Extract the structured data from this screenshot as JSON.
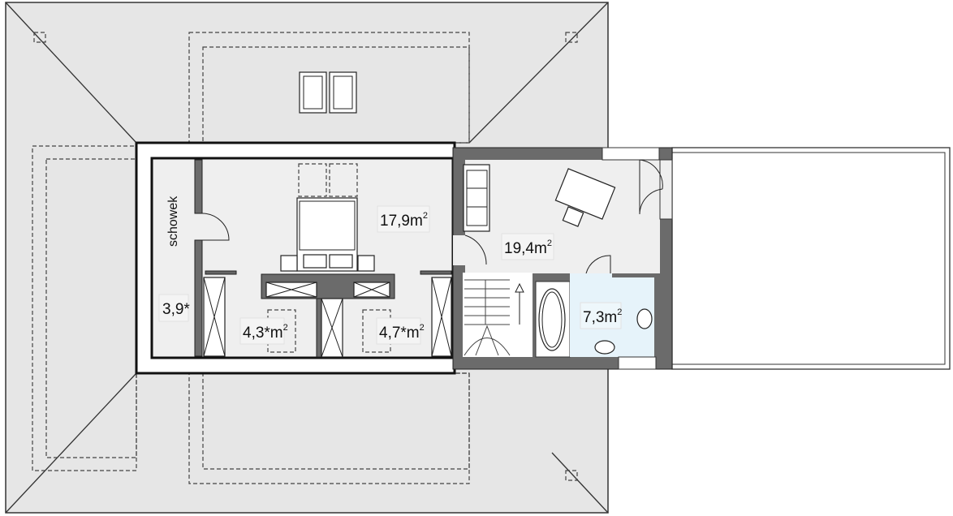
{
  "plan": {
    "storage_label": "schowek",
    "rooms": [
      {
        "id": "storage",
        "area": "3,9*",
        "sup": ""
      },
      {
        "id": "bedroom",
        "area": "17,9m",
        "sup": "2"
      },
      {
        "id": "wardrobe-left",
        "area": "4,3*m",
        "sup": "2"
      },
      {
        "id": "wardrobe-right",
        "area": "4,7*m",
        "sup": "2"
      },
      {
        "id": "office",
        "area": "19,4m",
        "sup": "2"
      },
      {
        "id": "bathroom",
        "area": "7,3m",
        "sup": "2"
      }
    ]
  },
  "colors": {
    "roof": "#e6e6e6",
    "floor": "#efefef",
    "wall": "#6b6b6b",
    "bathroom": "#e6f3fa"
  }
}
